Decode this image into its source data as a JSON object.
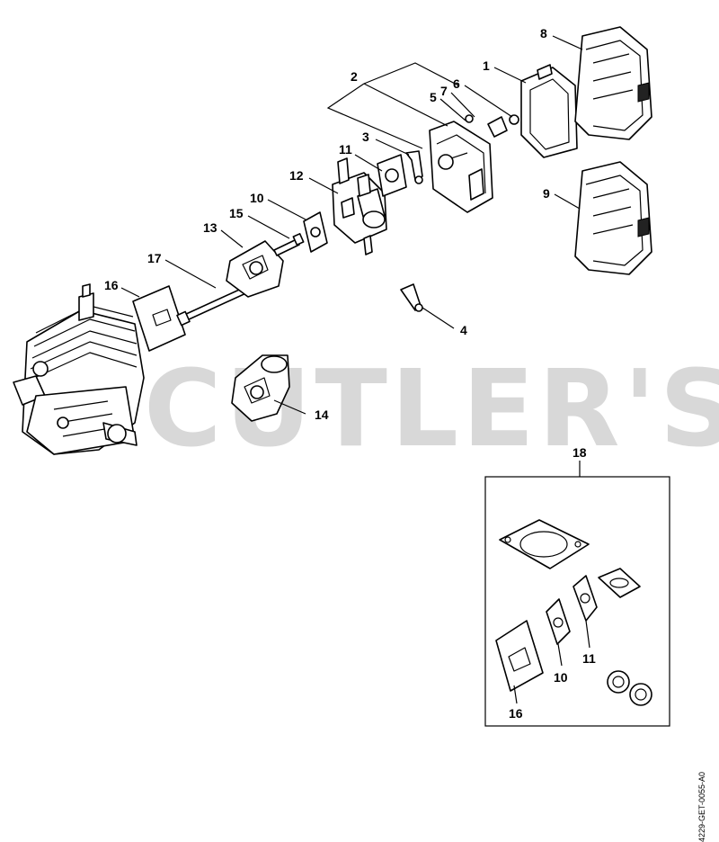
{
  "watermark": "CUTLER'S",
  "drawing_code": "4229-GET-0055-A0",
  "callouts": {
    "c1": "1",
    "c2": "2",
    "c3": "3",
    "c4": "4",
    "c5": "5",
    "c6": "6",
    "c7": "7",
    "c8": "8",
    "c9": "9",
    "c10": "10",
    "c11": "11",
    "c12": "12",
    "c13": "13",
    "c14": "14",
    "c15": "15",
    "c16": "16",
    "c17": "17",
    "c18": "18",
    "kit10": "10",
    "kit11": "11",
    "kit16": "16"
  }
}
